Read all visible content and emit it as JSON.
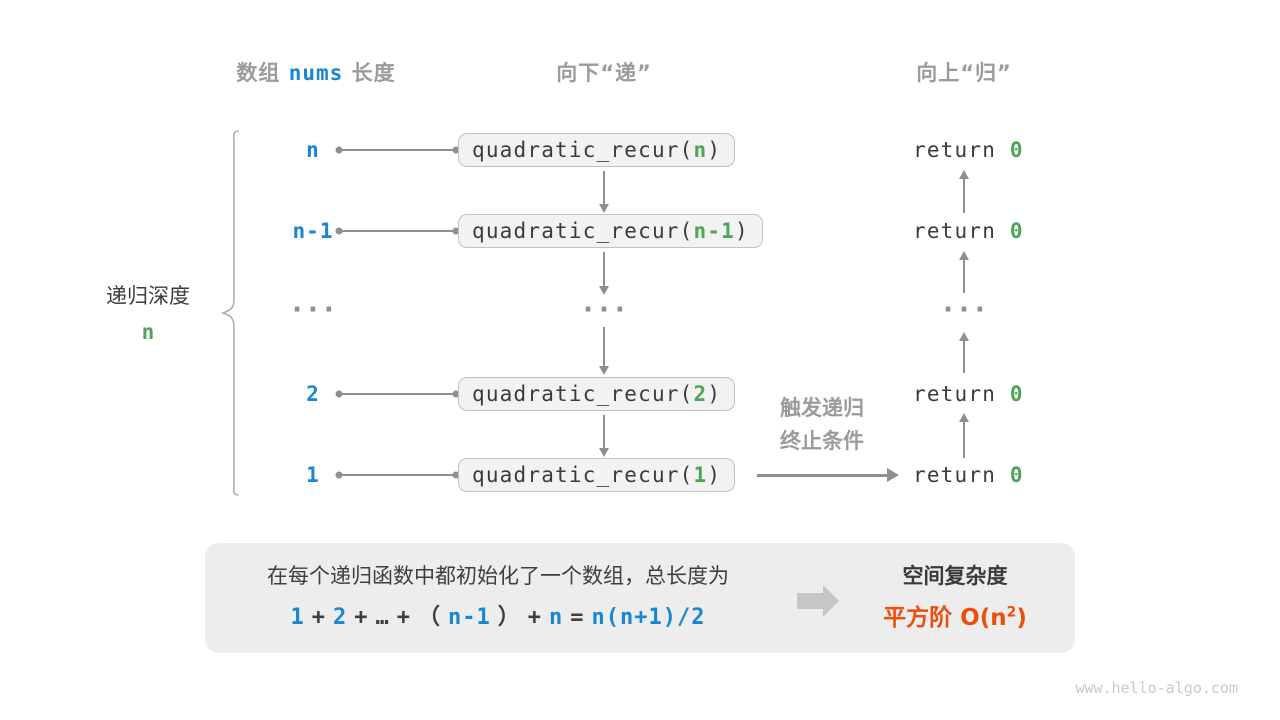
{
  "colors": {
    "blue": "#1786d3",
    "green": "#4ea457",
    "orange": "#ec4e0d",
    "header_gray": "#9b9b9b",
    "code_dark": "#3b3b3b",
    "arrow_gray": "#8f8f8f",
    "box_fill": "#f2f2f2",
    "box_border": "#c2c2c2",
    "panel_fill": "#ededed"
  },
  "headers": {
    "left_pre": "数组",
    "left_code": "nums",
    "left_post": "长度",
    "middle": "向下“递”",
    "right": "向上“归”"
  },
  "depth_brace": {
    "label": "递归深度",
    "value": "n"
  },
  "rows": [
    {
      "depth": "n",
      "call_name": "quadratic_recur(",
      "call_arg": "n",
      "call_close": ")",
      "ret_kw": "return ",
      "ret_val": "0"
    },
    {
      "depth": "n-1",
      "call_name": "quadratic_recur(",
      "call_arg": "n-1",
      "call_close": ")",
      "ret_kw": "return ",
      "ret_val": "0"
    },
    {
      "ellipsis": "···"
    },
    {
      "depth": "2",
      "call_name": "quadratic_recur(",
      "call_arg": "2",
      "call_close": ")",
      "ret_kw": "return ",
      "ret_val": "0"
    },
    {
      "depth": "1",
      "call_name": "quadratic_recur(",
      "call_arg": "1",
      "call_close": ")",
      "ret_kw": "return ",
      "ret_val": "0"
    }
  ],
  "trigger": {
    "line1": "触发递归",
    "line2": "终止条件"
  },
  "panel": {
    "description": "在每个递归函数中都初始化了一个数组，总长度为",
    "formula_tokens": [
      {
        "text": "1"
      },
      {
        "text": "+"
      },
      {
        "text": "2"
      },
      {
        "text": "+"
      },
      {
        "text": "…"
      },
      {
        "text": "+"
      },
      {
        "text": "（"
      },
      {
        "text": "n-1"
      },
      {
        "text": "）"
      },
      {
        "text": "+"
      },
      {
        "text": "n"
      },
      {
        "text": "="
      },
      {
        "text": "n(n+1)/2"
      }
    ],
    "result_title": "空间复杂度",
    "result_value_pre": "平方阶 O(n",
    "result_value_sup": "2",
    "result_value_post": ")"
  },
  "watermark": "www.hello-algo.com"
}
